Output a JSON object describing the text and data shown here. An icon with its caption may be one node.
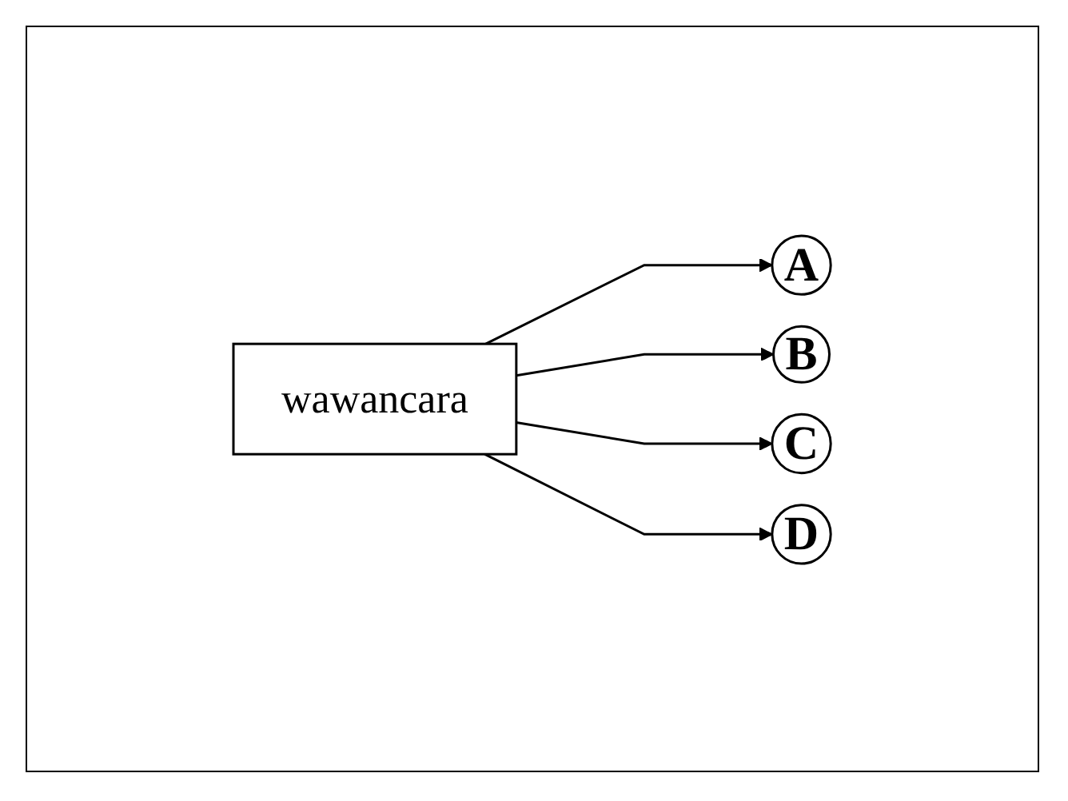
{
  "diagram": {
    "nodes": [
      {
        "text": [
          "wawancara"
        ]
      },
      {
        "text": [
          "A"
        ]
      },
      {
        "text": [
          "B"
        ]
      },
      {
        "text": [
          "C"
        ]
      },
      {
        "text": [
          "D"
        ]
      }
    ],
    "edges": [
      {
        "from": 0,
        "to": 1,
        "arrow": "to"
      },
      {
        "from": 0,
        "to": 2,
        "arrow": "to"
      },
      {
        "from": 0,
        "to": 3,
        "arrow": "to"
      },
      {
        "from": 0,
        "to": 4,
        "arrow": "to"
      }
    ]
  }
}
